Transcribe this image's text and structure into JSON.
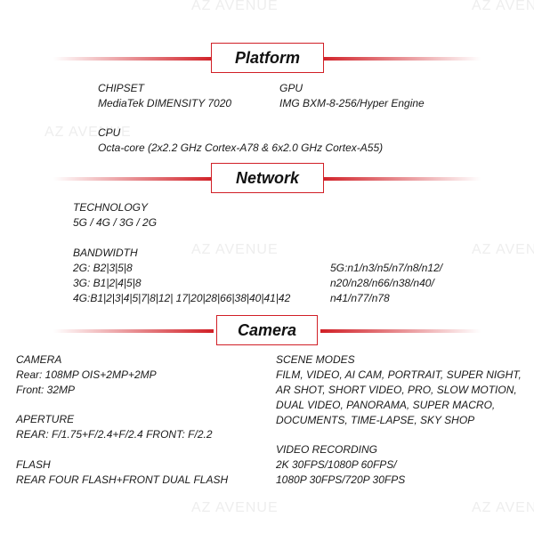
{
  "watermark": "AZ AVENUE",
  "accent_color": "#d11f26",
  "platform": {
    "title": "Platform",
    "chipset": {
      "label": "CHIPSET",
      "value": "MediaTek DIMENSITY 7020"
    },
    "gpu": {
      "label": "GPU",
      "value": "IMG BXM-8-256/Hyper Engine"
    },
    "cpu": {
      "label": "CPU",
      "value": "Octa-core (2x2.2 GHz Cortex-A78 & 6x2.0 GHz Cortex-A55)"
    }
  },
  "network": {
    "title": "Network",
    "technology": {
      "label": "TECHNOLOGY",
      "value": "5G / 4G / 3G / 2G"
    },
    "bandwidth": {
      "label": "BANDWIDTH",
      "left_lines": [
        "2G: B2|3|5|8",
        "3G: B1|2|4|5|8",
        "4G:B1|2|3|4|5|7|8|12| 17|20|28|66|38|40|41|42"
      ],
      "right_lines": [
        "5G:n1/n3/n5/n7/n8/n12/",
        "n20/n28/n66/n38/n40/",
        "n41/n77/n78"
      ]
    }
  },
  "camera": {
    "title": "Camera",
    "camera": {
      "label": "CAMERA",
      "lines": [
        "Rear: 108MP OIS+2MP+2MP",
        "Front: 32MP"
      ]
    },
    "aperture": {
      "label": "APERTURE",
      "value": "REAR: F/1.75+F/2.4+F/2.4 FRONT: F/2.2"
    },
    "flash": {
      "label": "FLASH",
      "value": "REAR FOUR FLASH+FRONT DUAL FLASH"
    },
    "scene_modes": {
      "label": "SCENE MODES",
      "lines": [
        "FILM, VIDEO, AI CAM, PORTRAIT, SUPER NIGHT,",
        "AR SHOT, SHORT VIDEO, PRO, SLOW MOTION,",
        "DUAL VIDEO, PANORAMA, SUPER MACRO,",
        "DOCUMENTS, TIME-LAPSE, SKY SHOP"
      ]
    },
    "video_recording": {
      "label": "VIDEO RECORDING",
      "lines": [
        "2K 30FPS/1080P 60FPS/",
        "1080P 30FPS/720P 30FPS"
      ]
    }
  }
}
